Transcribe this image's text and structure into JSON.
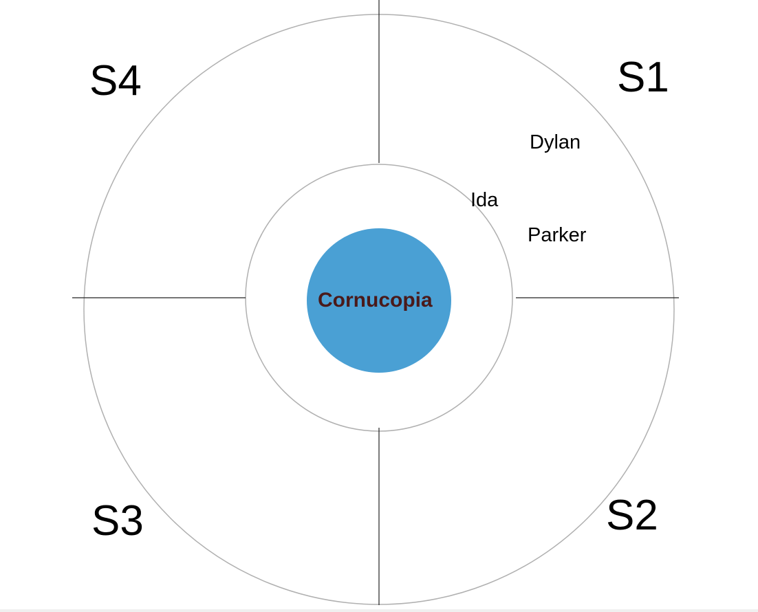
{
  "diagram": {
    "center": {
      "label": "Cornucopia",
      "fill_color": "#4aa0d4",
      "text_color": "#4a1a1a"
    },
    "sectors": [
      {
        "id": "S1",
        "label": "S1"
      },
      {
        "id": "S2",
        "label": "S2"
      },
      {
        "id": "S3",
        "label": "S3"
      },
      {
        "id": "S4",
        "label": "S4"
      }
    ],
    "tributes": [
      {
        "name": "Dylan",
        "sector": "S1",
        "ring": "outer"
      },
      {
        "name": "Ida",
        "sector": "S1",
        "ring": "inner-boundary"
      },
      {
        "name": "Parker",
        "sector": "S1",
        "ring": "outer"
      }
    ],
    "colors": {
      "ring_stroke": "#b0b0b0",
      "divider_stroke": "#222222",
      "background": "#ffffff"
    }
  }
}
